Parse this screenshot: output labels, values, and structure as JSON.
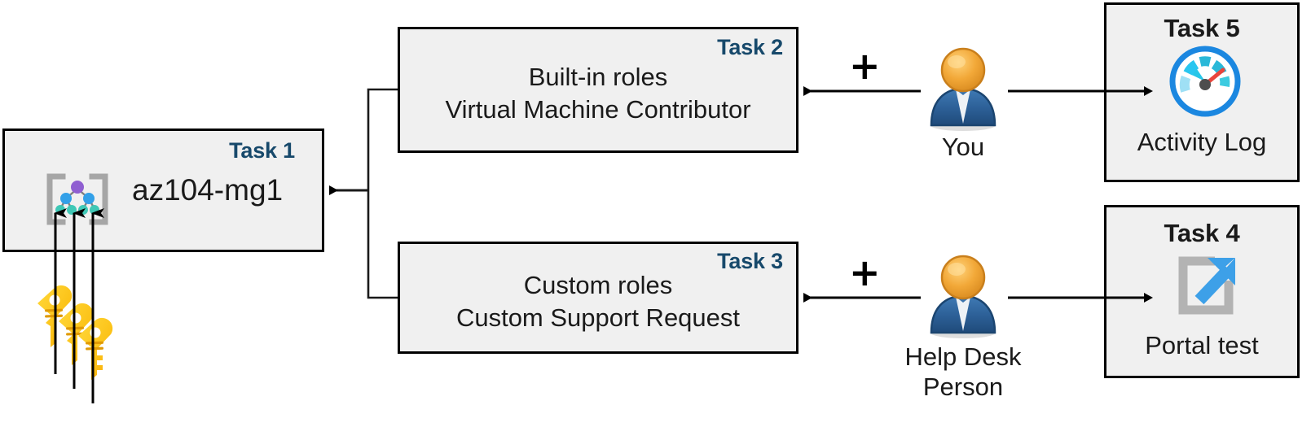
{
  "diagram": {
    "title": "Azure RBAC task diagram",
    "accent_color": "#17496b",
    "box_fill": "#f0f0f0",
    "box_stroke": "#000000"
  },
  "boxes": [
    {
      "id": "task1",
      "task_label": "Task 1",
      "name": "az104-mg1",
      "icon": "management-group-icon"
    },
    {
      "id": "task2",
      "task_label": "Task 2",
      "line1": "Built-in roles",
      "line2": "Virtual Machine Contributor"
    },
    {
      "id": "task3",
      "task_label": "Task 3",
      "line1": "Custom roles",
      "line2": "Custom Support Request"
    },
    {
      "id": "task5",
      "task_label": "Task 5",
      "name": "Activity Log",
      "icon": "activity-log-gauge-icon"
    },
    {
      "id": "task4",
      "task_label": "Task 4",
      "name": "Portal test",
      "icon": "external-link-icon"
    }
  ],
  "actors": [
    {
      "id": "you",
      "label": "You",
      "icon": "user-icon"
    },
    {
      "id": "helpdesk",
      "label_line1": "Help Desk",
      "label_line2": "Person",
      "icon": "user-icon"
    }
  ],
  "operators": [
    {
      "id": "plus-top",
      "symbol": "+"
    },
    {
      "id": "plus-bottom",
      "symbol": "+"
    }
  ],
  "keys_icon": {
    "id": "keys",
    "icon": "keys-icon",
    "color": "#ffc20e"
  },
  "connectors": [
    {
      "from": "task2",
      "to": "task1",
      "style": "elbow-arrow-left"
    },
    {
      "from": "task3",
      "to": "task1",
      "style": "elbow-arrow-left"
    },
    {
      "from": "you",
      "to": "task2",
      "style": "arrow-left"
    },
    {
      "from": "you",
      "to": "task5",
      "style": "arrow-right"
    },
    {
      "from": "helpdesk",
      "to": "task3",
      "style": "arrow-left"
    },
    {
      "from": "helpdesk",
      "to": "task4",
      "style": "arrow-right"
    },
    {
      "from": "keys",
      "to": "task1",
      "style": "three-arrows-up"
    }
  ]
}
